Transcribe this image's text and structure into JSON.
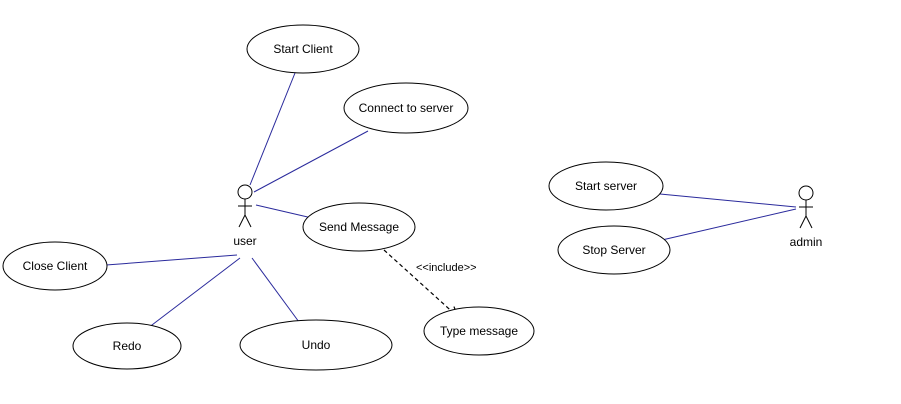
{
  "actors": {
    "user": {
      "label": "user"
    },
    "admin": {
      "label": "admin"
    }
  },
  "use_cases": {
    "start_client": "Start Client",
    "connect_to_server": "Connect to server",
    "send_message": "Send Message",
    "close_client": "Close Client",
    "redo": "Redo",
    "undo": "Undo",
    "type_message": "Type message",
    "start_server": "Start server",
    "stop_server": "Stop Server"
  },
  "relations": {
    "include_label": "<<include>>"
  },
  "colors": {
    "association_line": "#2a2a9c",
    "outline": "#000000",
    "background": "#ffffff"
  }
}
